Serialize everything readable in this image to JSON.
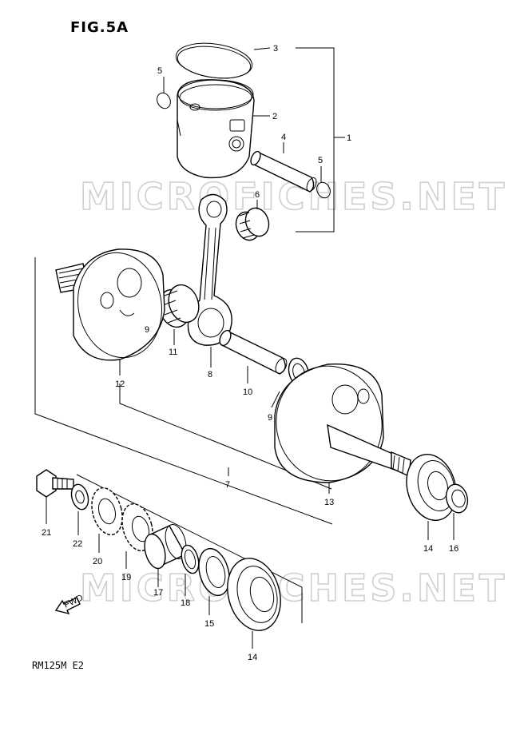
{
  "figure": {
    "title": "FIG.5A",
    "model": "RM125M E2"
  },
  "watermark": "MICROFICHES.NET",
  "direction_label": "FWD",
  "callouts": {
    "c1": "1",
    "c2": "2",
    "c3": "3",
    "c4": "4",
    "c5a": "5",
    "c5b": "5",
    "c6": "6",
    "c7": "7",
    "c8": "8",
    "c9a": "9",
    "c9b": "9",
    "c10": "10",
    "c11": "11",
    "c12": "12",
    "c13": "13",
    "c14a": "14",
    "c14b": "14",
    "c15": "15",
    "c16": "16",
    "c17": "17",
    "c18": "18",
    "c19": "19",
    "c20": "20",
    "c21": "21",
    "c22": "22"
  }
}
